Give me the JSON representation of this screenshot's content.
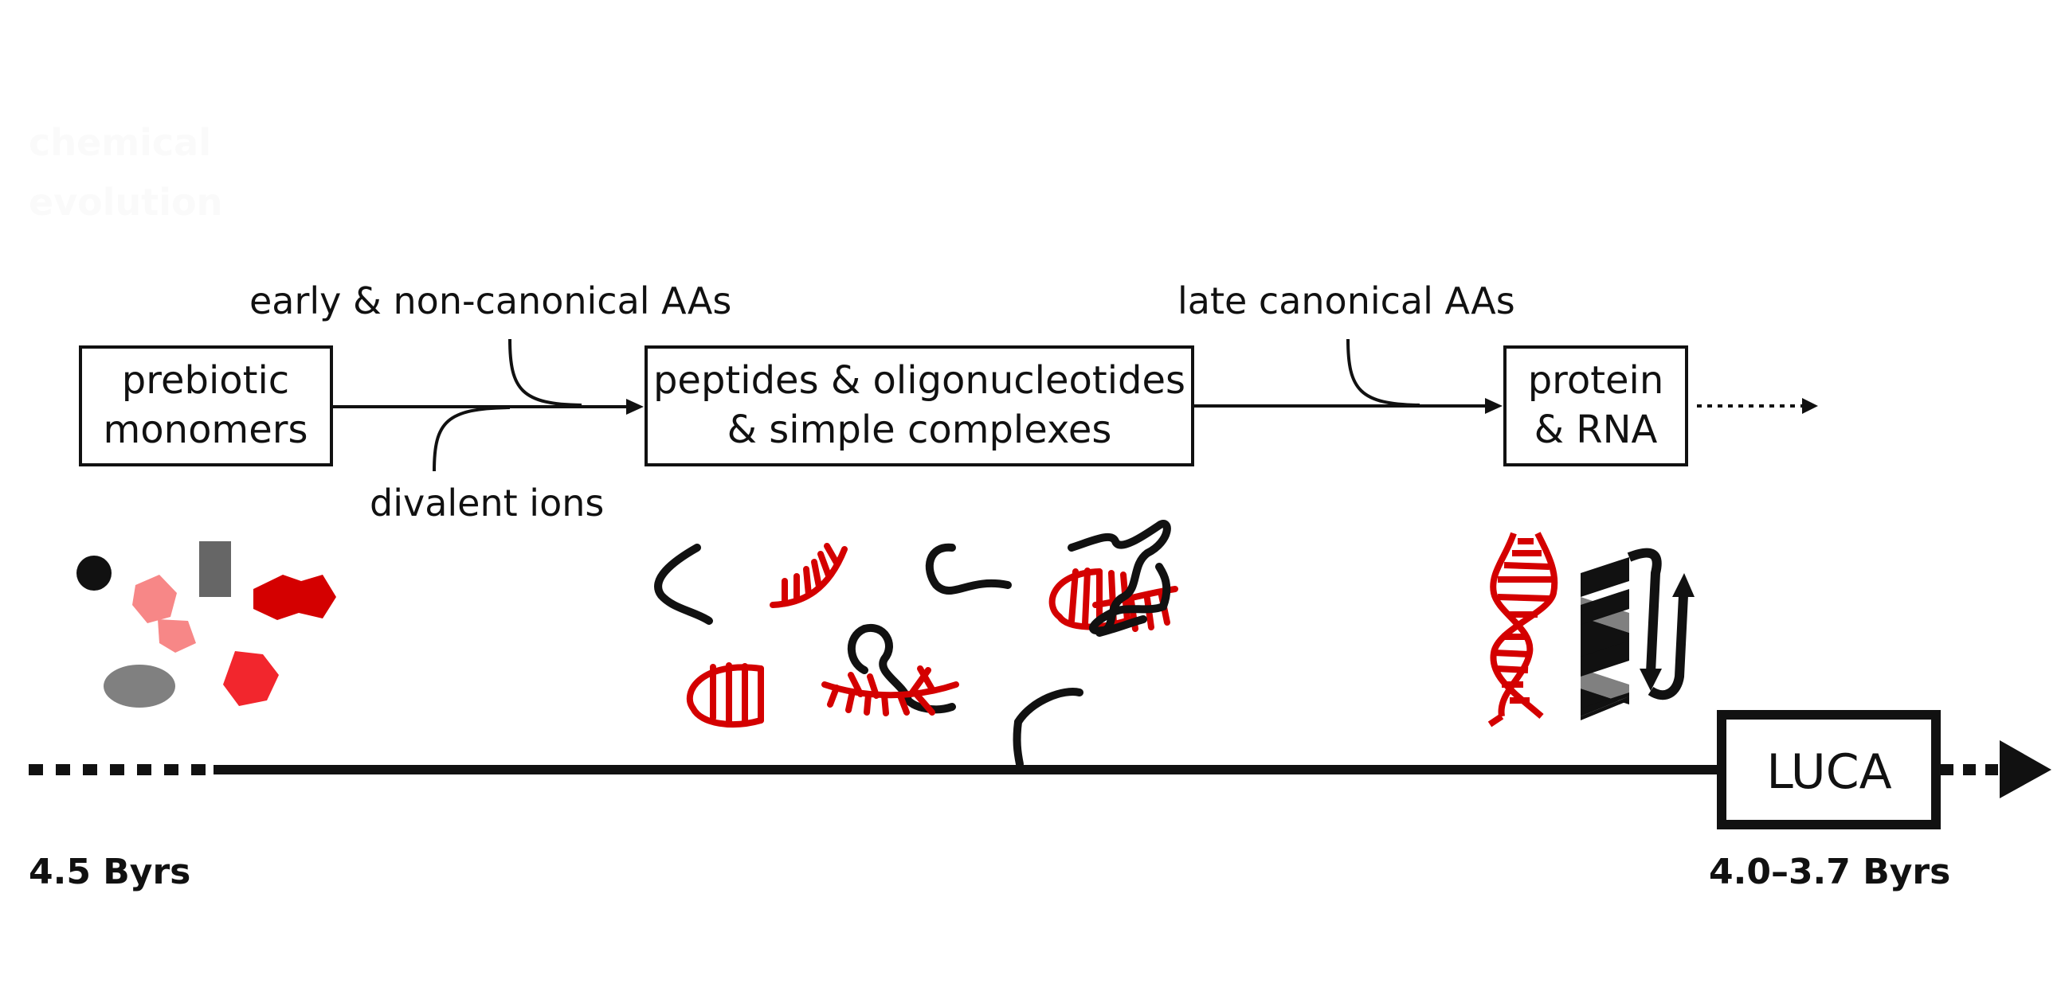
{
  "ghost_title": {
    "line1": "chemical",
    "line2": "evolution"
  },
  "labels": {
    "early_aas": "early & non-canonical AAs",
    "divalent_ions": "divalent ions",
    "late_aas": "late canonical AAs"
  },
  "boxes": {
    "prebiotic": {
      "line1": "prebiotic",
      "line2": "monomers"
    },
    "peptides": {
      "line1": "peptides & oligonucleotides",
      "line2": "& simple complexes"
    },
    "protein": {
      "line1": "protein",
      "line2": "& RNA"
    }
  },
  "timeline": {
    "start_label": "4.5 Byrs",
    "end_label": "4.0–3.7 Byrs",
    "luca_label": "LUCA"
  },
  "colors": {
    "red": "#d40000",
    "pink": "#f78787",
    "bright_red": "#f2262d",
    "dark_gray": "#666666",
    "mid_gray": "#808080",
    "black": "#111111"
  }
}
